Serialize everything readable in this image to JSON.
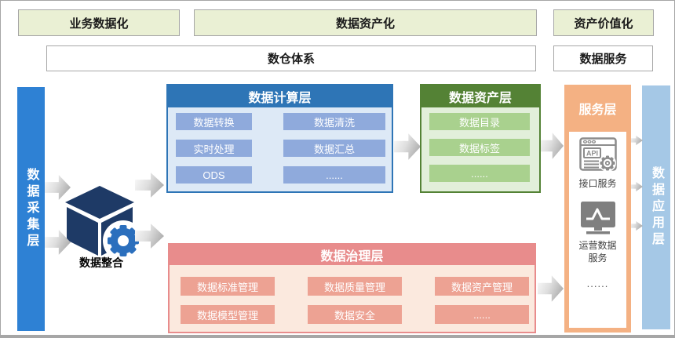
{
  "colors": {
    "left_bar": "#2E81D4",
    "right_bar": "#A5C8E6",
    "compute_header": "#2E75B6",
    "compute_body": "#DDE9F6",
    "compute_chip": "#8FAADC",
    "asset_header": "#548235",
    "asset_body": "#E2EFDA",
    "asset_chip": "#A9D18E",
    "governance_header": "#E88C8C",
    "governance_body": "#FBE9DE",
    "governance_chip": "#EDA293",
    "service_frame": "#F4B183",
    "top_box_fill": "#EAF0D4",
    "arrow_gray": "#A6A6A6",
    "cube_navy": "#1E3A66",
    "gear_blue": "#2B6FBD"
  },
  "top_row": {
    "business_datafication": "业务数据化",
    "data_assetization": "数据资产化",
    "asset_valorization": "资产价值化"
  },
  "second_row": {
    "warehouse_system": "数仓体系",
    "data_service": "数据服务"
  },
  "left_bar": {
    "label": "数据采集层"
  },
  "right_bar": {
    "label": "数据应用层"
  },
  "integration": {
    "icon": "cube-gear-icon",
    "label": "数据整合"
  },
  "compute_layer": {
    "title": "数据计算层",
    "items": [
      "数据转换",
      "数据清洗",
      "实时处理",
      "数据汇总",
      "ODS",
      "......"
    ]
  },
  "asset_layer": {
    "title": "数据资产层",
    "items": [
      "数据目录",
      "数据标签",
      "......"
    ]
  },
  "governance_layer": {
    "title": "数据治理层",
    "items": [
      "数据标准管理",
      "数据质量管理",
      "数据资产管理",
      "数据模型管理",
      "数据安全",
      "......"
    ]
  },
  "service_layer": {
    "title": "服务层",
    "items": [
      {
        "icon": "api-browser-gear-icon",
        "label": "接口服务"
      },
      {
        "icon": "line-chart-monitor-icon",
        "label": "运营数据服务"
      },
      {
        "icon": "ellipsis",
        "label": "......"
      }
    ]
  }
}
